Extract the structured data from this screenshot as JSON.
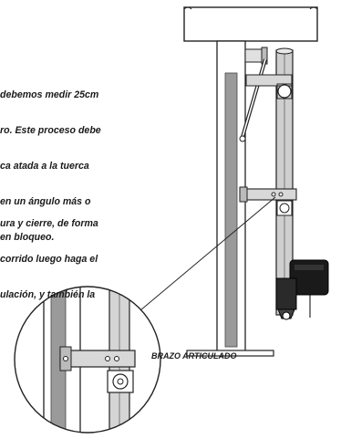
{
  "paragraph_1": {
    "lines": [
      "debemos medir 25cm",
      "ro. Este proceso debe",
      "ca atada a la tuerca",
      "en un ángulo más o",
      "en bloqueo."
    ]
  },
  "paragraph_2": {
    "lines": [
      "ura y cierre, de forma",
      "corrido luego haga el",
      "ulación, y también la"
    ]
  },
  "caption": "BRAZO ARTICULADO"
}
